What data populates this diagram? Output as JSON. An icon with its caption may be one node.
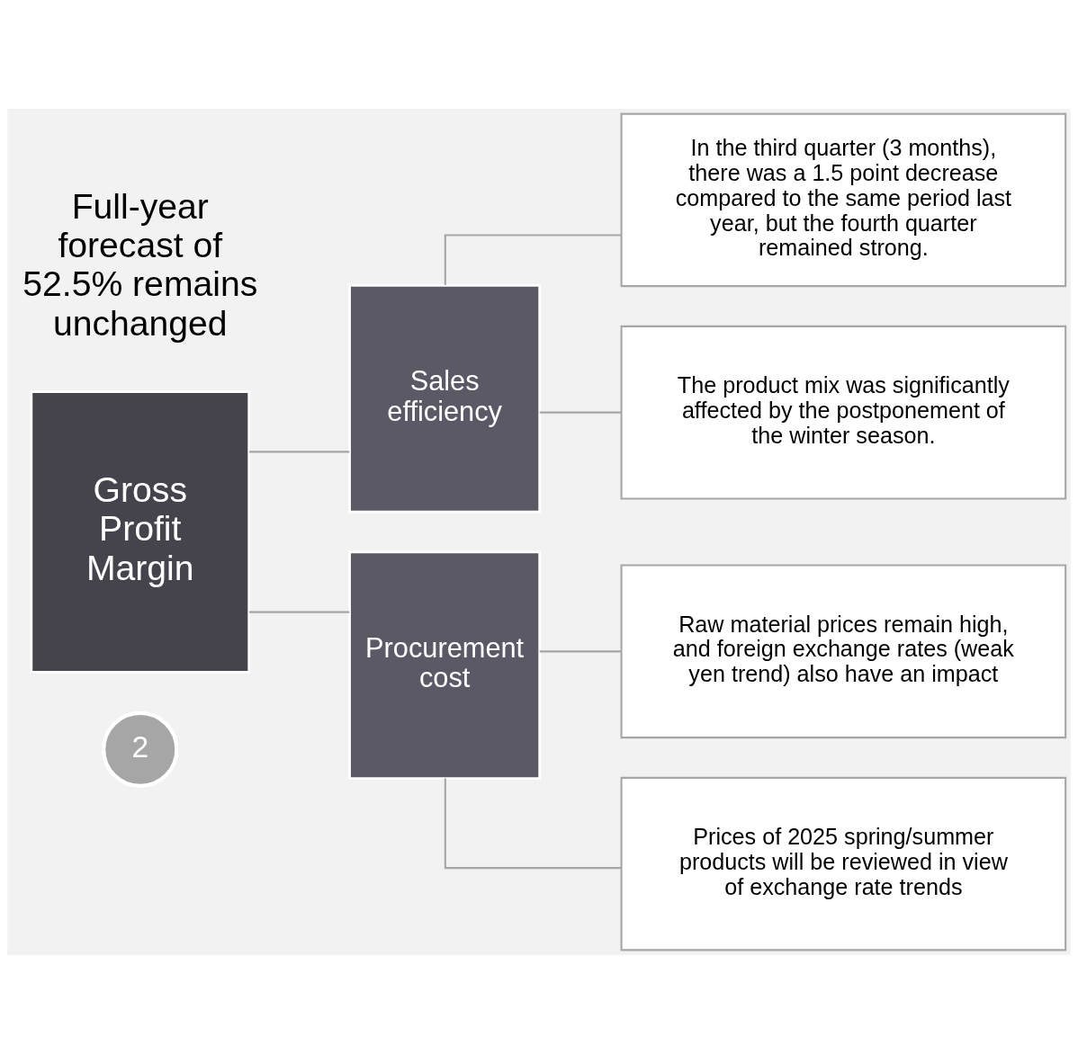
{
  "diagram": {
    "nodes": [
      {
        "text": [
          "2"
        ]
      },
      {
        "text": [
          "Gross Profit Margin"
        ]
      },
      {
        "text": [
          "Sales efficiency"
        ]
      },
      {
        "text": [
          "Procurement cost"
        ]
      },
      {
        "text": [
          "In the third quarter (3 months), there was a 1.5 point decrease compared to the same period last year, but the fourth quarter remained strong."
        ]
      },
      {
        "text": [
          "The product mix was significantly affected by the postponement of the winter season."
        ]
      },
      {
        "text": [
          "Raw material prices remain high, and foreign exchange rates (weak yen trend) also have an impact"
        ]
      },
      {
        "text": [
          "Prices of 2025 spring/summer products will be reviewed in view of exchange rate trends"
        ]
      }
    ],
    "edges": [
      {
        "from": 1,
        "to": 2,
        "arrow": "none"
      },
      {
        "from": 1,
        "to": 3,
        "arrow": "none"
      },
      {
        "from": 2,
        "to": 4,
        "arrow": "none"
      },
      {
        "from": 2,
        "to": 5,
        "arrow": "none"
      },
      {
        "from": 3,
        "to": 6,
        "arrow": "none"
      },
      {
        "from": 3,
        "to": 7,
        "arrow": "none"
      }
    ],
    "labels": [
      "Full-year forecast of 52.5% remains unchanged"
    ]
  }
}
